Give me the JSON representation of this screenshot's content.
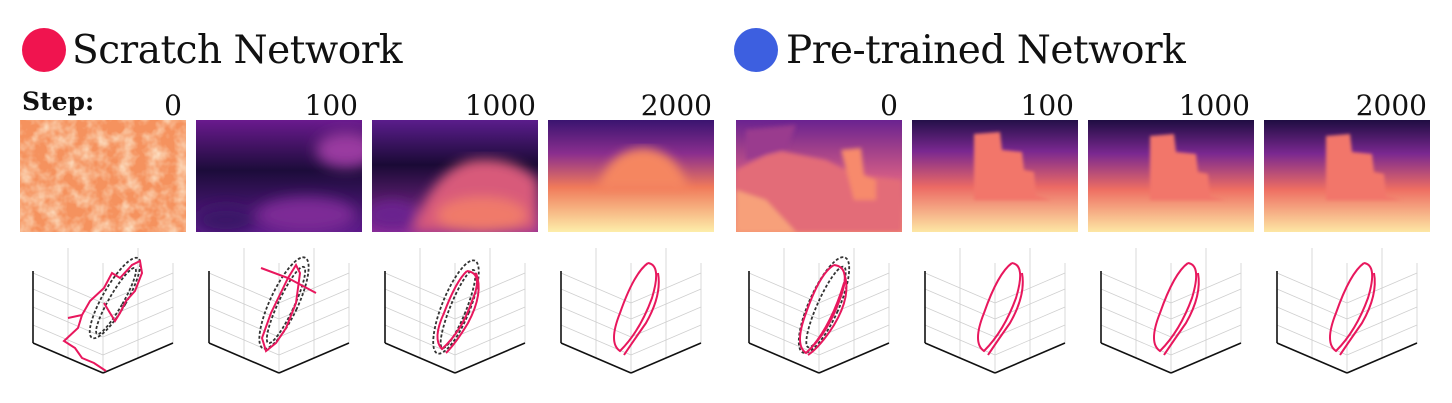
{
  "legend": {
    "scratch": {
      "label": "Scratch Network",
      "color": "#f0144f"
    },
    "pretrained": {
      "label": "Pre-trained Network",
      "color": "#3d5fe0"
    }
  },
  "step_label": "Step:",
  "steps": [
    "0",
    "100",
    "1000",
    "2000"
  ],
  "colors": {
    "trajectory": "#e8175d",
    "ground_truth": "#333333",
    "grid": "#cfcfcf",
    "axis": "#111111"
  }
}
